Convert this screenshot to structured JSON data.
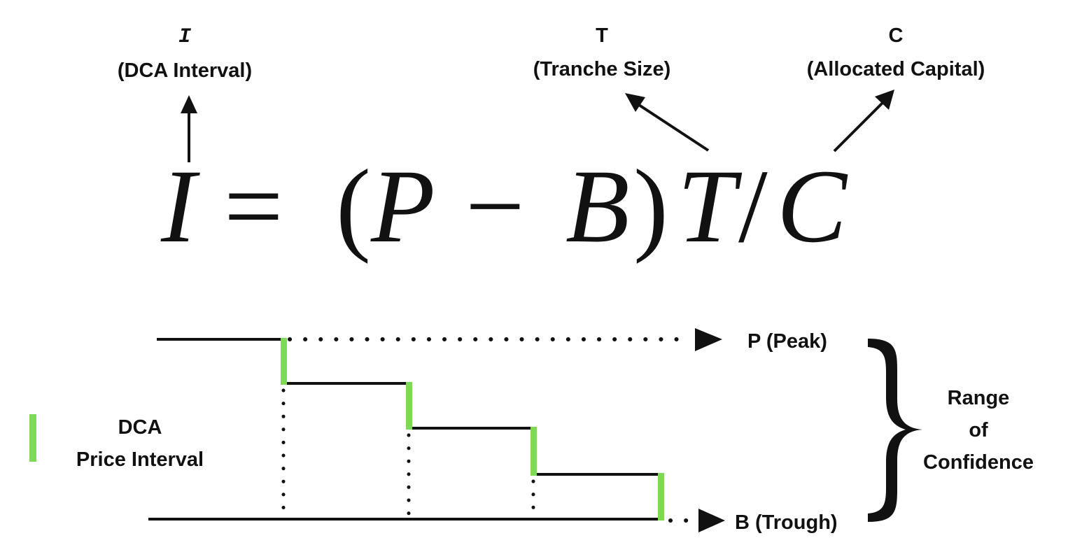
{
  "colors": {
    "ink": "#111111",
    "interval_green": "#7ed957",
    "background": "#ffffff"
  },
  "formula": {
    "lhs": "I",
    "equals": "=",
    "open_paren": "(",
    "p": "P",
    "minus": "−",
    "b": "B",
    "close_paren": ")",
    "t": "T",
    "slash": "/",
    "c": "C"
  },
  "labels": {
    "i_symbol": "I",
    "i_name": "(DCA Interval)",
    "t_symbol": "T",
    "t_name": "(Tranche Size)",
    "c_symbol": "C",
    "c_name": "(Allocated Capital)"
  },
  "legend": {
    "line1": "DCA",
    "line2": "Price Interval"
  },
  "levels": {
    "peak": "P (Peak)",
    "trough": "B (Trough)"
  },
  "range": {
    "line1": "Range",
    "line2": "of",
    "line3": "Confidence"
  },
  "staircase": {
    "steps": 4
  }
}
